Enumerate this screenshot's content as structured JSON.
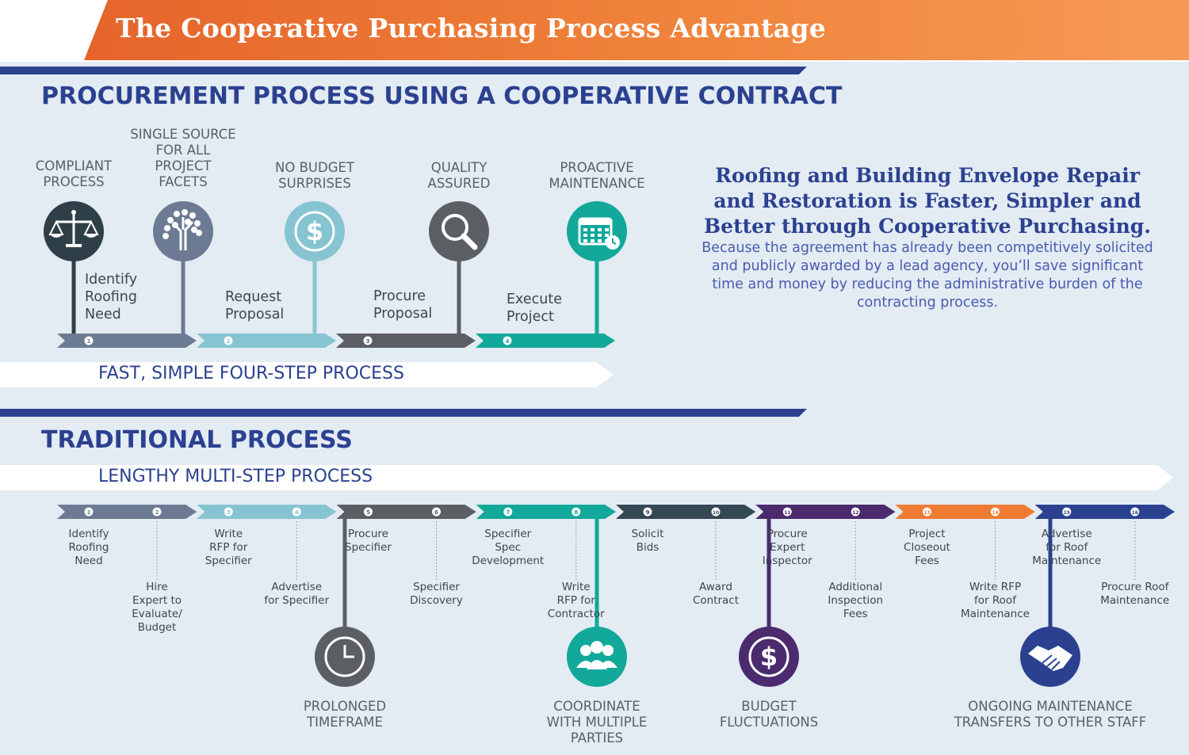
{
  "header": {
    "title": "The Cooperative Purchasing Process Advantage"
  },
  "coop": {
    "section_title": "PROCUREMENT PROCESS USING A COOPERATIVE CONTRACT",
    "banner": "FAST, SIMPLE FOUR-STEP PROCESS",
    "benefits": [
      {
        "label": "COMPLIANT\nPROCESS",
        "icon": "scales-icon",
        "color": "#2f3f47"
      },
      {
        "label": "SINGLE SOURCE\nFOR ALL\nPROJECT\nFACETS",
        "icon": "tree-icon",
        "color": "#6c7a93"
      },
      {
        "label": "NO BUDGET\nSURPRISES",
        "icon": "dollar-icon",
        "color": "#86c4d2"
      },
      {
        "label": "QUALITY\nASSURED",
        "icon": "magnifier-icon",
        "color": "#5b5f63"
      },
      {
        "label": "PROACTIVE\nMAINTENANCE",
        "icon": "calendar-icon",
        "color": "#12a89a"
      }
    ],
    "steps": [
      {
        "num": "1",
        "label": "Identify\nRoofing\nNeed",
        "color": "#6c7a93"
      },
      {
        "num": "2",
        "label": "Request\nProposal",
        "color": "#86c4d2"
      },
      {
        "num": "3",
        "label": "Procure\nProposal",
        "color": "#5b5f63"
      },
      {
        "num": "4",
        "label": "Execute\nProject",
        "color": "#12a89a"
      }
    ]
  },
  "callout": {
    "heading": "Roofing and Building Envelope Repair and Restoration is Faster, Simpler and Better through Cooperative Purchasing.",
    "body": "Because the agreement has already been competitively solicited and publicly awarded by a lead agency, you’ll save significant time and money by reducing the administrative burden of the contracting process."
  },
  "traditional": {
    "section_title": "TRADITIONAL PROCESS",
    "banner": "LENGTHY MULTI-STEP PROCESS",
    "segment_colors": [
      "#6c7a93",
      "#86c4d2",
      "#5b5f63",
      "#12a89a",
      "#344853",
      "#4b2a6e",
      "#ef7a32",
      "#2b4190"
    ],
    "steps": [
      {
        "num": "1",
        "label": "Identify\nRoofing\nNeed"
      },
      {
        "num": "2",
        "label": "Hire\nExpert to\nEvaluate/\nBudget"
      },
      {
        "num": "3",
        "label": "Write\nRFP for\nSpecifier"
      },
      {
        "num": "4",
        "label": "Advertise\nfor Specifier"
      },
      {
        "num": "5",
        "label": "Procure\nSpecifier"
      },
      {
        "num": "6",
        "label": "Specifier\nDiscovery"
      },
      {
        "num": "7",
        "label": "Specifier\nSpec\nDevelopment"
      },
      {
        "num": "8",
        "label": "Write\nRFP for\nContractor"
      },
      {
        "num": "9",
        "label": "Solicit\nBids"
      },
      {
        "num": "10",
        "label": "Award\nContract"
      },
      {
        "num": "11",
        "label": "Procure\nExpert\nInspector"
      },
      {
        "num": "12",
        "label": "Additional\nInspection\nFees"
      },
      {
        "num": "13",
        "label": "Project\nCloseout\nFees"
      },
      {
        "num": "14",
        "label": "Write RFP\nfor Roof\nMaintenance"
      },
      {
        "num": "15",
        "label": "Advertise\nfor Roof\nMaintenance"
      },
      {
        "num": "16",
        "label": "Procure Roof\nMaintenance"
      }
    ],
    "drawbacks": [
      {
        "label": "PROLONGED\nTIMEFRAME",
        "icon": "clock-icon",
        "color": "#5b5f63"
      },
      {
        "label": "COORDINATE\nWITH MULTIPLE\nPARTIES",
        "icon": "group-icon",
        "color": "#12a89a"
      },
      {
        "label": "BUDGET\nFLUCTUATIONS",
        "icon": "dollar-icon",
        "color": "#4b2a6e"
      },
      {
        "label": "ONGOING MAINTENANCE\nTRANSFERS TO OTHER STAFF",
        "icon": "handshake-icon",
        "color": "#2b4190"
      }
    ]
  }
}
